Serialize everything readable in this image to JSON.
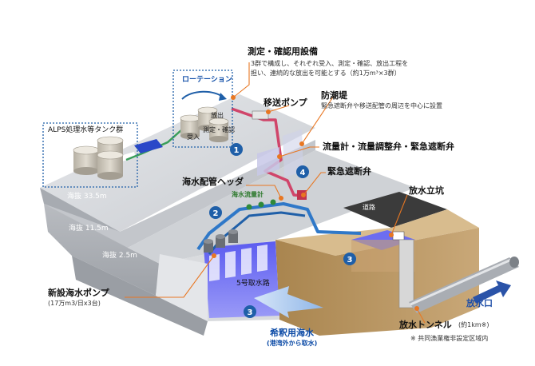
{
  "labels": {
    "alps_tank_group": "ALPS処理水等タンク群",
    "rotation": "ローテーション",
    "release": "放出",
    "receive": "受入",
    "measure_confirm": "測定・確認",
    "measurement_facility_title": "測定・確認用設備",
    "measurement_facility_desc_1": "3群で構成し、それぞれ受入、測定・確認、放出工程を",
    "measurement_facility_desc_2": "担い、連続的な放出を可能とする（約1万m³×3群）",
    "transfer_pump": "移送ポンプ",
    "tide_wall_title": "防潮堤",
    "tide_wall_desc": "緊急遮断弁や移送配管の周辺を中心に設置",
    "flowmeter_valves": "流量計・流量調整弁・緊急遮断弁",
    "emergency_shutoff_valve": "緊急遮断弁",
    "seawater_header": "海水配管ヘッダ",
    "seawater_flowmeter": "海水流量計",
    "road": "道路",
    "discharge_shaft": "放水立坑",
    "intake_channel": "5号取水路",
    "new_pump_title": "新設海水ポンプ",
    "new_pump_desc": "(17万m3/日x3台)",
    "dilution_seawater_title": "希釈用海水",
    "dilution_seawater_desc": "(港湾外から取水)",
    "discharge_tunnel": "放水トンネル",
    "discharge_tunnel_note": "(約1km※)",
    "discharge_outlet": "放水口",
    "fishing_rights_note": "※ 共同漁業権非設定区域内",
    "elev_33": "海抜 33.5m",
    "elev_11": "海抜 11.5m",
    "elev_2": "海抜 2.5m"
  },
  "markers": [
    "1",
    "2",
    "3",
    "3",
    "4"
  ],
  "colors": {
    "navy": "#1f5fa8",
    "pipe_red": "#d0456a",
    "pipe_blue": "#3c8fd8",
    "water": "#6a6ae8",
    "ground": "#c9a878",
    "concrete": "#c9ccd0",
    "leader": "#e87722"
  }
}
